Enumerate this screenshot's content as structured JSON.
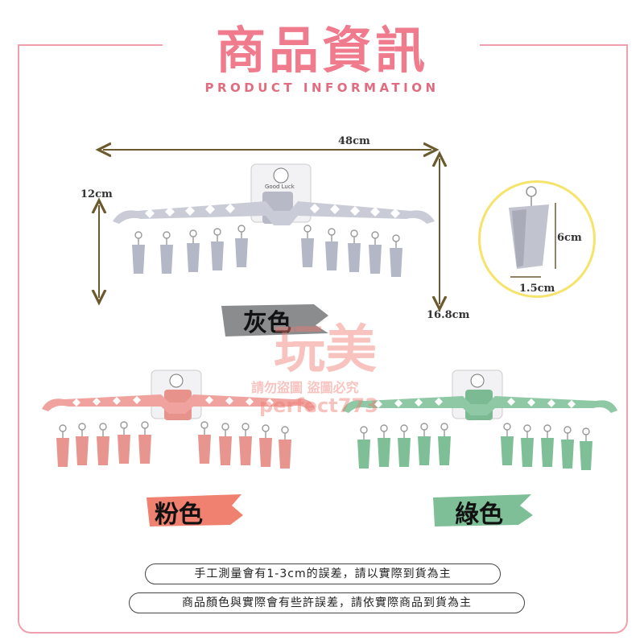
{
  "header": {
    "title_zh": "商品資訊",
    "title_en": "PRODUCT INFORMATION"
  },
  "dimensions": {
    "width": "48cm",
    "hook_height": "12cm",
    "total_height": "16.8cm",
    "clip_height": "6cm",
    "clip_width": "1.5cm"
  },
  "variants": [
    {
      "label": "灰色",
      "color": "#c9ccd6"
    },
    {
      "label": "粉色",
      "color": "#f0a39e"
    },
    {
      "label": "綠色",
      "color": "#8ec8a4"
    }
  ],
  "mount_badge_text": "Good Luck",
  "watermark": {
    "line1": "玩美",
    "line2": "請勿盜圖 盜圖必究",
    "line3": "perfect773"
  },
  "notes": [
    "手工測量會有1-3cm的誤差，請以實際到貨為主",
    "商品顏色與實際會有些許誤差，請依實際商品到貨為主"
  ],
  "colors": {
    "accent": "#ef7b8d",
    "frame": "#f0a0ac",
    "brush_gray": "#8a8c8e",
    "brush_pink": "#f08070",
    "brush_green": "#7fbf98"
  }
}
